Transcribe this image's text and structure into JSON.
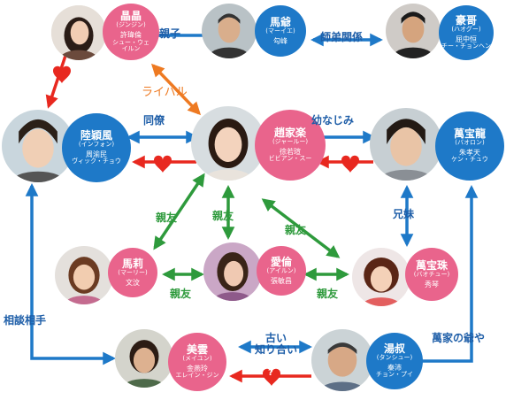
{
  "nodes": {
    "jingjing": {
      "name": "晶晶",
      "reading": "(ジンジン)",
      "actor": "許瑋倫",
      "actor_kana": "シュー・ウェイルン"
    },
    "mayao": {
      "name": "馬爺",
      "reading": "(マーイエ)",
      "actor": "勾峰",
      "actor_kana": ""
    },
    "haoge": {
      "name": "豪哥",
      "reading": "(ハオグー)",
      "actor": "屈中恒",
      "actor_kana": "チー・チョンヘン"
    },
    "luyingfeng": {
      "name": "陸穎風",
      "reading": "(インフォン)",
      "actor": "周渝民",
      "actor_kana": "ヴィック・チョウ"
    },
    "zhaojiale": {
      "name": "趙家楽",
      "reading": "(ジャールー)",
      "actor": "徐若瑄",
      "actor_kana": "ビビアン・スー"
    },
    "wanbaolong": {
      "name": "萬宝龍",
      "reading": "(バオロン)",
      "actor": "朱孝天",
      "actor_kana": "ケン・チュウ"
    },
    "mali": {
      "name": "馬莉",
      "reading": "(マーリー)",
      "actor": "文汶",
      "actor_kana": ""
    },
    "ailun": {
      "name": "愛倫",
      "reading": "(アイルン)",
      "actor": "張敏昌",
      "actor_kana": ""
    },
    "wanbaozhu": {
      "name": "萬宝珠",
      "reading": "(バオチュー)",
      "actor": "秀琴",
      "actor_kana": ""
    },
    "meiyun": {
      "name": "美雲",
      "reading": "(メイユン)",
      "actor": "金燕玲",
      "actor_kana": "エレイン・ジン"
    },
    "tangshu": {
      "name": "湯叔",
      "reading": "(タンシュー)",
      "actor": "秦沛",
      "actor_kana": "チョン・プイ"
    }
  },
  "relations": {
    "oyako": "親子",
    "shitei": "師弟関係",
    "rival": "ライバル",
    "douryou": "同僚",
    "osananajimi": "幼なじみ",
    "shinyu_1": "親友",
    "shinyu_2": "親友",
    "shinyu_3": "親友",
    "shinyu_4": "親友",
    "shinyu_5": "親友",
    "kyoudai": "兄妹",
    "soudan": "相談相手",
    "furui_1": "古い",
    "furui_2": "知り合い",
    "bankaya": "萬家の爺や",
    "question": "?"
  },
  "colors": {
    "pink": "#e9648c",
    "blue": "#1e79c8",
    "green": "#2e9a3c",
    "orange": "#ee7a22",
    "red": "#e8281f"
  }
}
